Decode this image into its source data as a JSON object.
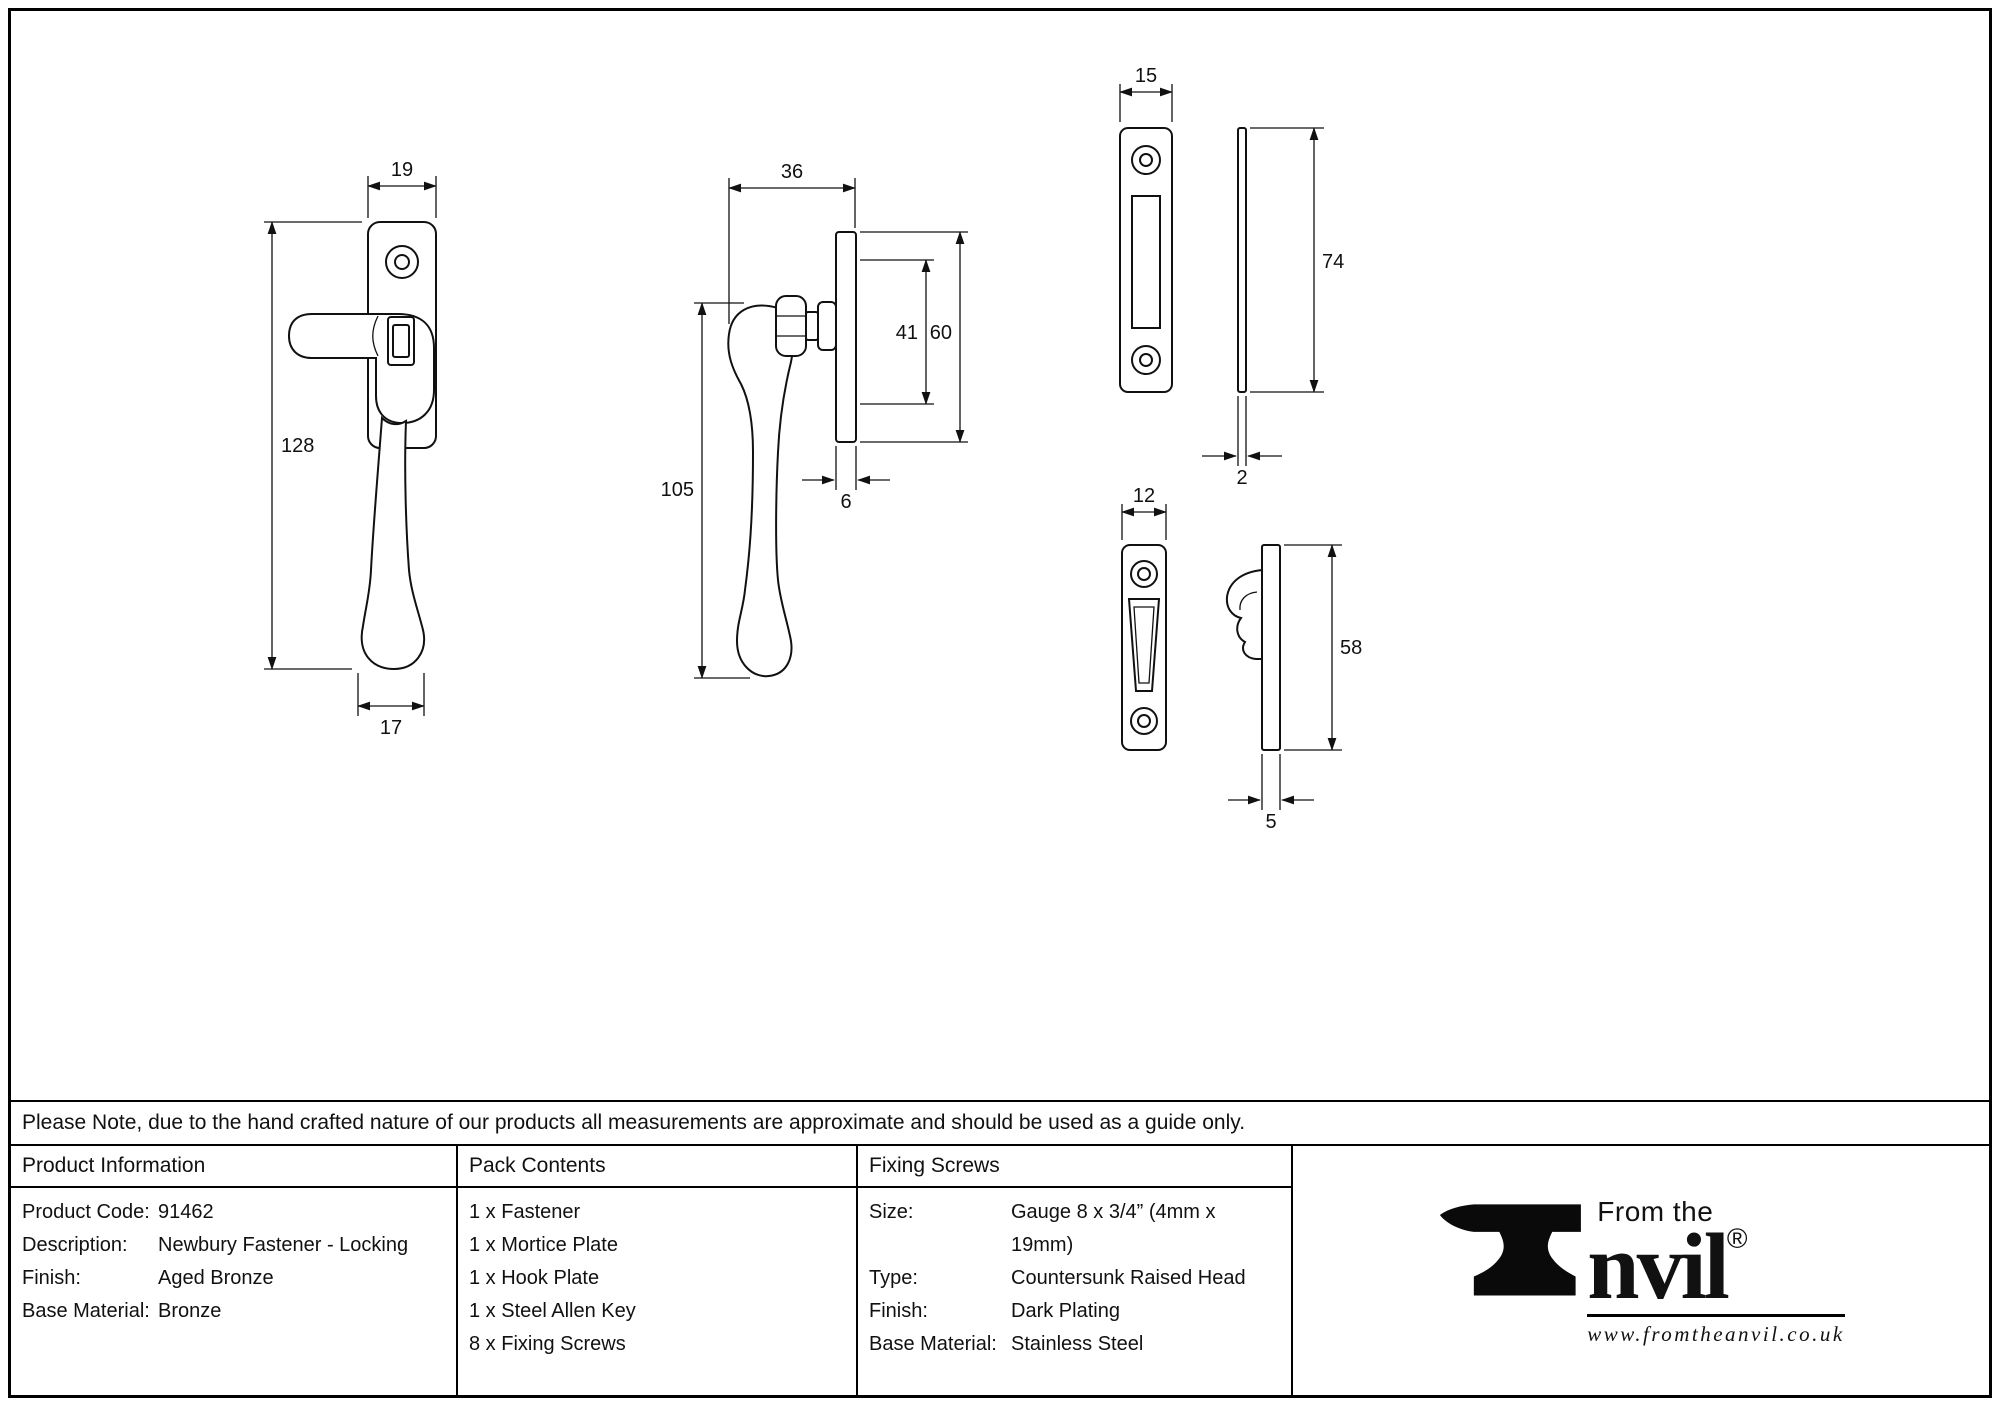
{
  "colors": {
    "ink": "#111111",
    "paper": "#ffffff"
  },
  "note": "Please Note, due to the hand crafted nature of our products all measurements are approximate and should be used as a guide only.",
  "dims": {
    "fastener_front": {
      "width_top": "19",
      "height": "128",
      "width_bottom": "17"
    },
    "fastener_side": {
      "depth": "36",
      "length": "105",
      "plate_inner": "41",
      "plate_height": "60",
      "plate_thickness": "6"
    },
    "mortice_plate": {
      "width": "15",
      "height": "74",
      "thickness": "2"
    },
    "hook_plate": {
      "width": "12",
      "height": "58",
      "thickness": "5"
    }
  },
  "product_information": {
    "header": "Product Information",
    "rows": [
      {
        "label": "Product Code:",
        "value": "91462"
      },
      {
        "label": "Description:",
        "value": "Newbury Fastener - Locking"
      },
      {
        "label": "Finish:",
        "value": "Aged Bronze"
      },
      {
        "label": "Base Material:",
        "value": "Bronze"
      }
    ]
  },
  "pack_contents": {
    "header": "Pack Contents",
    "items": [
      "1 x Fastener",
      "1 x Mortice Plate",
      "1 x Hook Plate",
      "1 x Steel Allen Key",
      "8 x Fixing Screws"
    ]
  },
  "fixing_screws": {
    "header": "Fixing Screws",
    "rows": [
      {
        "label": "Size:",
        "value": "Gauge 8 x 3/4” (4mm x 19mm)"
      },
      {
        "label": "Type:",
        "value": "Countersunk Raised Head"
      },
      {
        "label": "Finish:",
        "value": "Dark Plating"
      },
      {
        "label": "Base Material:",
        "value": "Stainless Steel"
      }
    ]
  },
  "brand": {
    "tagline": "From the",
    "wordmark": "nvil",
    "registered": "®",
    "website": "www.fromtheanvil.co.uk"
  }
}
